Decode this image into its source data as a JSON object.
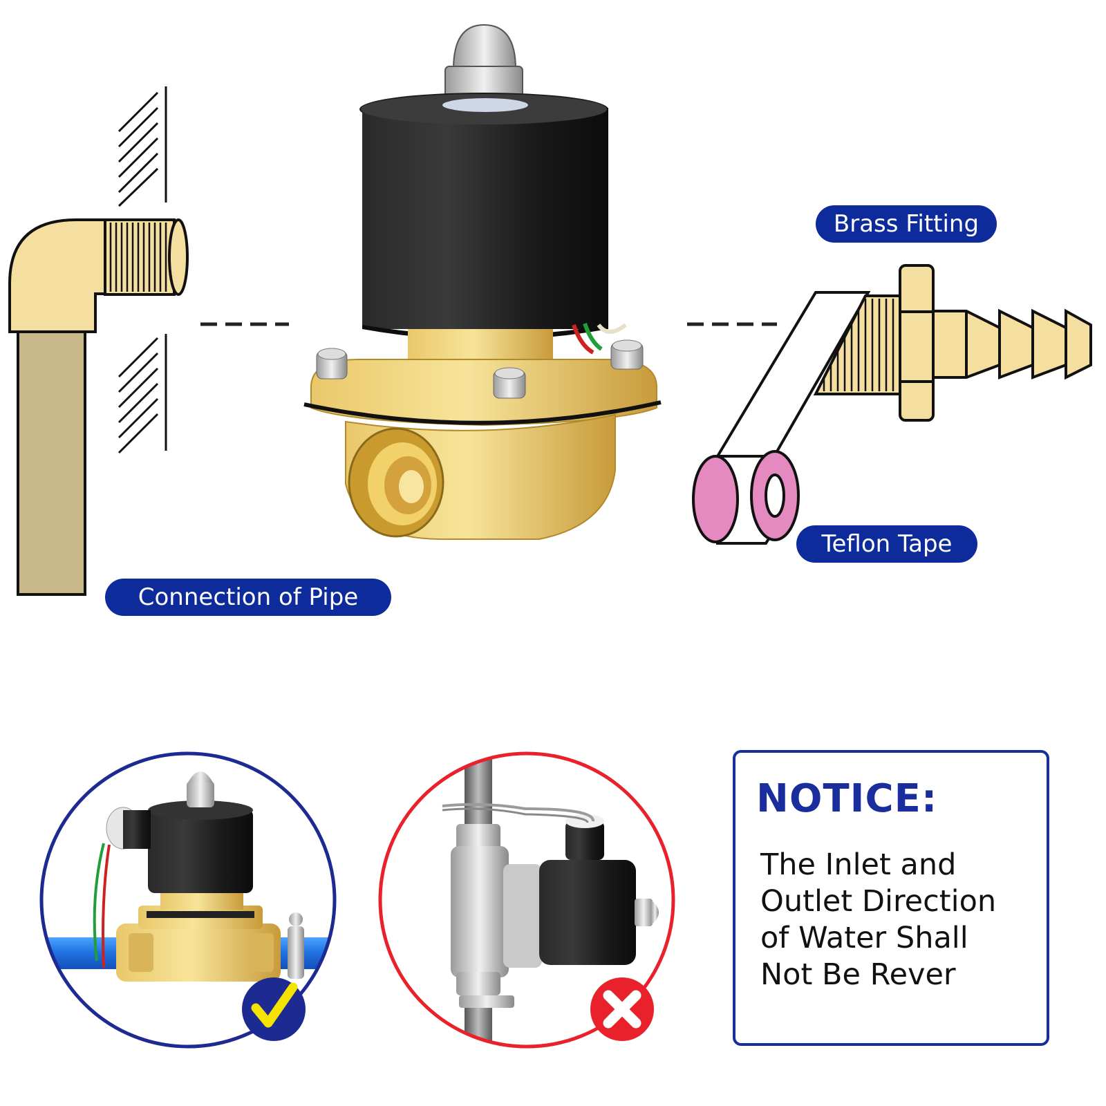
{
  "labels": {
    "brass_fitting": "Brass Fitting",
    "teflon_tape": "Teflon Tape",
    "connection_of_pipe": "Connection of Pipe"
  },
  "notice": {
    "title": "NOTICE:",
    "lines": [
      "The Inlet and",
      "Outlet Direction",
      "of Water Shall",
      "Not Be Rever"
    ]
  },
  "correct_badge_icon": "checkmark-icon",
  "wrong_badge_icon": "cross-icon",
  "colors": {
    "label_bg": "#0d2b9a",
    "notice_blue": "#1a2d9c",
    "correct_circle": "#1c2a92",
    "wrong_circle": "#e8212b",
    "brass": "#f4dea0",
    "pipe_tan": "#c9b98a",
    "teflon_pink": "#e48ac0",
    "check_yellow": "#f5e400"
  }
}
